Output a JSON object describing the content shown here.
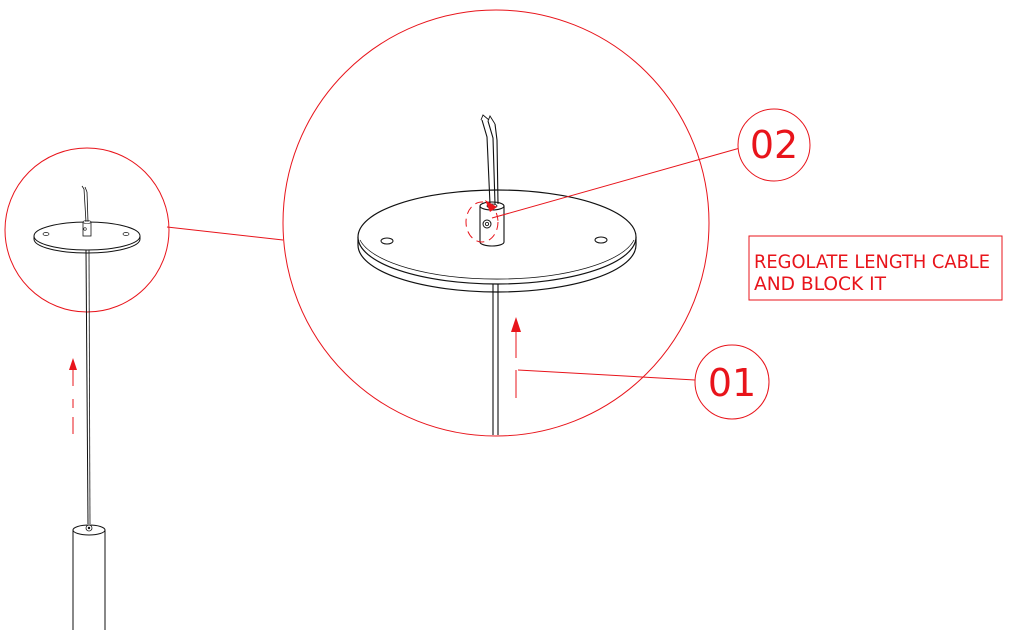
{
  "colors": {
    "annotation": "#e8141b",
    "line": "#111111",
    "background": "#ffffff"
  },
  "labels": {
    "step_01": "01",
    "step_02": "02"
  },
  "note": {
    "line1": "REGOLATE LENGTH CABLE",
    "line2": "AND BLOCK IT"
  }
}
